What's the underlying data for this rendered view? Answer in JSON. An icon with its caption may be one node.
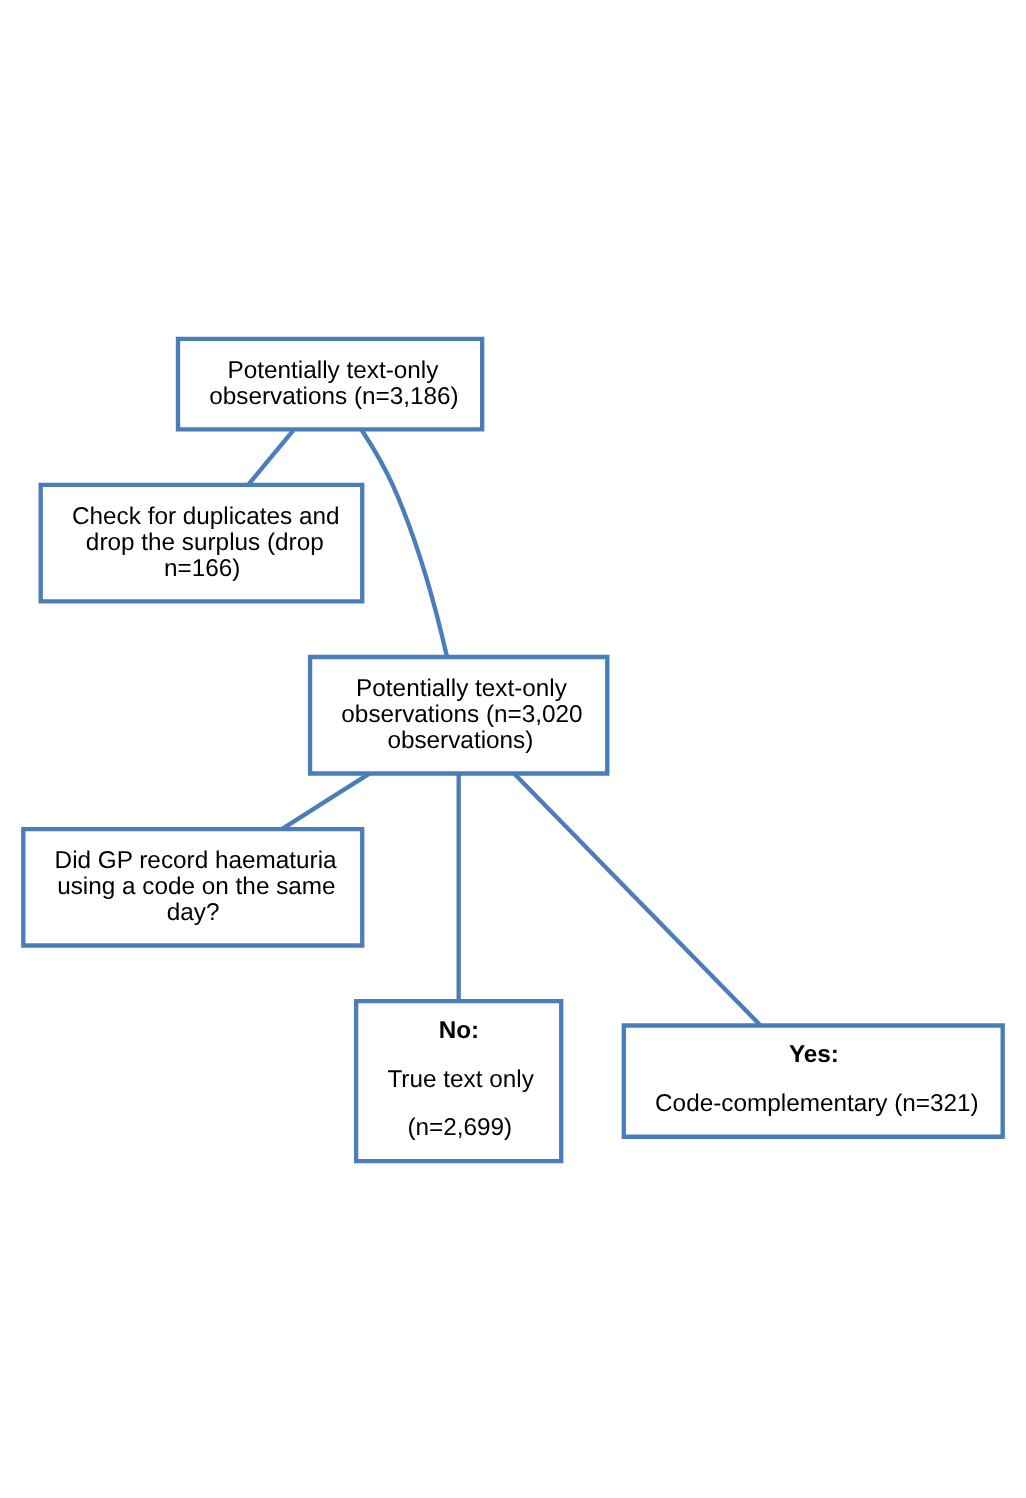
{
  "diagram": {
    "nodes": [
      {
        "text": [
          "Potentially text-only observations (n=3,186)"
        ]
      },
      {
        "text": [
          "Check for duplicates and drop the surplus (drop n=166)"
        ]
      },
      {
        "text": [
          "Potentially text-only observations (n=3,020 observations)"
        ]
      },
      {
        "text": [
          "Did GP record haematuria using a code on the same day?"
        ]
      },
      {
        "text": [
          "No:",
          "True text only",
          "(n=2,699)"
        ]
      },
      {
        "text": [
          "Yes:",
          "Code-complementary (n=321)"
        ]
      }
    ],
    "edges": [
      {
        "from": 0,
        "to": 1,
        "arrow": "none"
      },
      {
        "from": 0,
        "to": 2,
        "arrow": "none"
      },
      {
        "from": 2,
        "to": 3,
        "arrow": "none"
      },
      {
        "from": 2,
        "to": 4,
        "arrow": "none"
      },
      {
        "from": 2,
        "to": 5,
        "arrow": "none"
      }
    ]
  }
}
